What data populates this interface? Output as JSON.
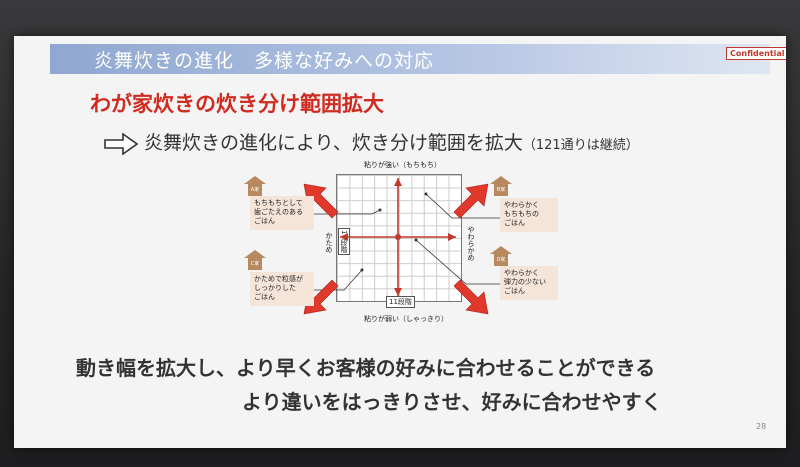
{
  "slide": {
    "header_title": "炎舞炊きの進化　多様な好みへの対応",
    "confidential": "Confidential",
    "subtitle": "わが家炊きの炊き分け範囲拡大",
    "bullet_main": "炎舞炊きの進化により、炊き分け範囲を拡大",
    "bullet_note": "（121通りは継続）",
    "footer_line1": "動き幅を拡大し、より早くお客様の好みに合わせることができる",
    "footer_line2": "より違いをはっきりさせ、好みに合わせやすく",
    "page_number": "28"
  },
  "diagram": {
    "top_label": "粘りが強い（もちもち）",
    "bottom_label": "粘りが弱い（しゃっきり）",
    "left_label": "かため",
    "right_label": "やわらかめ",
    "left_step": "11段階",
    "bottom_step": "11段階",
    "houses": {
      "a": "A家",
      "b": "B家",
      "c": "C家",
      "d": "D家"
    },
    "boxes": {
      "a": [
        "もちもちとして",
        "歯ごたえのある",
        "ごはん"
      ],
      "b": [
        "やわらかく",
        "もちもちの",
        "ごはん"
      ],
      "c": [
        "かためで粒感が",
        "しっかりした",
        "ごはん"
      ],
      "d": [
        "やわらかく",
        "弾力の少ない",
        "ごはん"
      ]
    },
    "accent_color": "#e0392b"
  }
}
